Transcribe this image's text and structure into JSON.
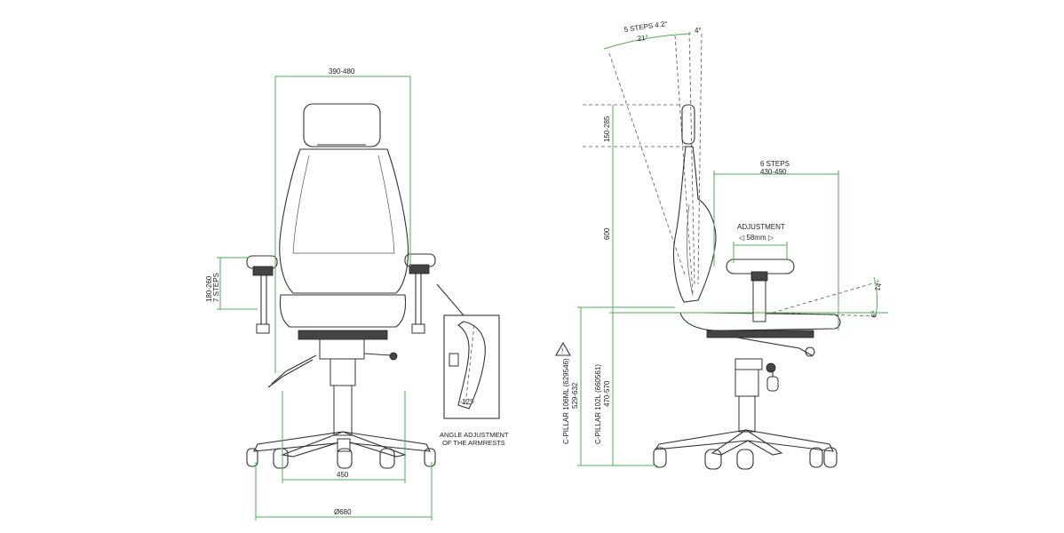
{
  "front_view": {
    "width_label": "390-480",
    "armrest_height_label": "180-260",
    "armrest_steps_label": "7 STEPS",
    "base_inner_label": "450",
    "base_outer_label": "Ø680",
    "inset_angle_label": "12°",
    "inset_caption_line1": "ANGLE ADJUSTMENT",
    "inset_caption_line2": "OF THE ARMRESTS"
  },
  "side_view": {
    "recline_steps_label": "5 STEPS 4.2°",
    "recline_angle_label": "21°",
    "headrest_tilt_label": "4°",
    "headrest_height_label": "150-285",
    "back_height_label": "600",
    "depth_steps_label": "6 STEPS",
    "depth_range_label": "430-490",
    "adjustment_label": "ADJUSTMENT",
    "adjustment_value_label": "◁ 58mm ▷",
    "seat_tilt_up_label": "14°",
    "seat_tilt_down_label": "6°",
    "warning_symbol": "!",
    "cpillar_106_label": "C-PILLAR 106ML (629546)",
    "cpillar_106_range": "529-632",
    "cpillar_102_label": "C-PILLAR 102L (660561)",
    "cpillar_102_range": "470-570"
  },
  "colors": {
    "dimension_line": "#4caf50",
    "drawing_line": "#333333"
  }
}
